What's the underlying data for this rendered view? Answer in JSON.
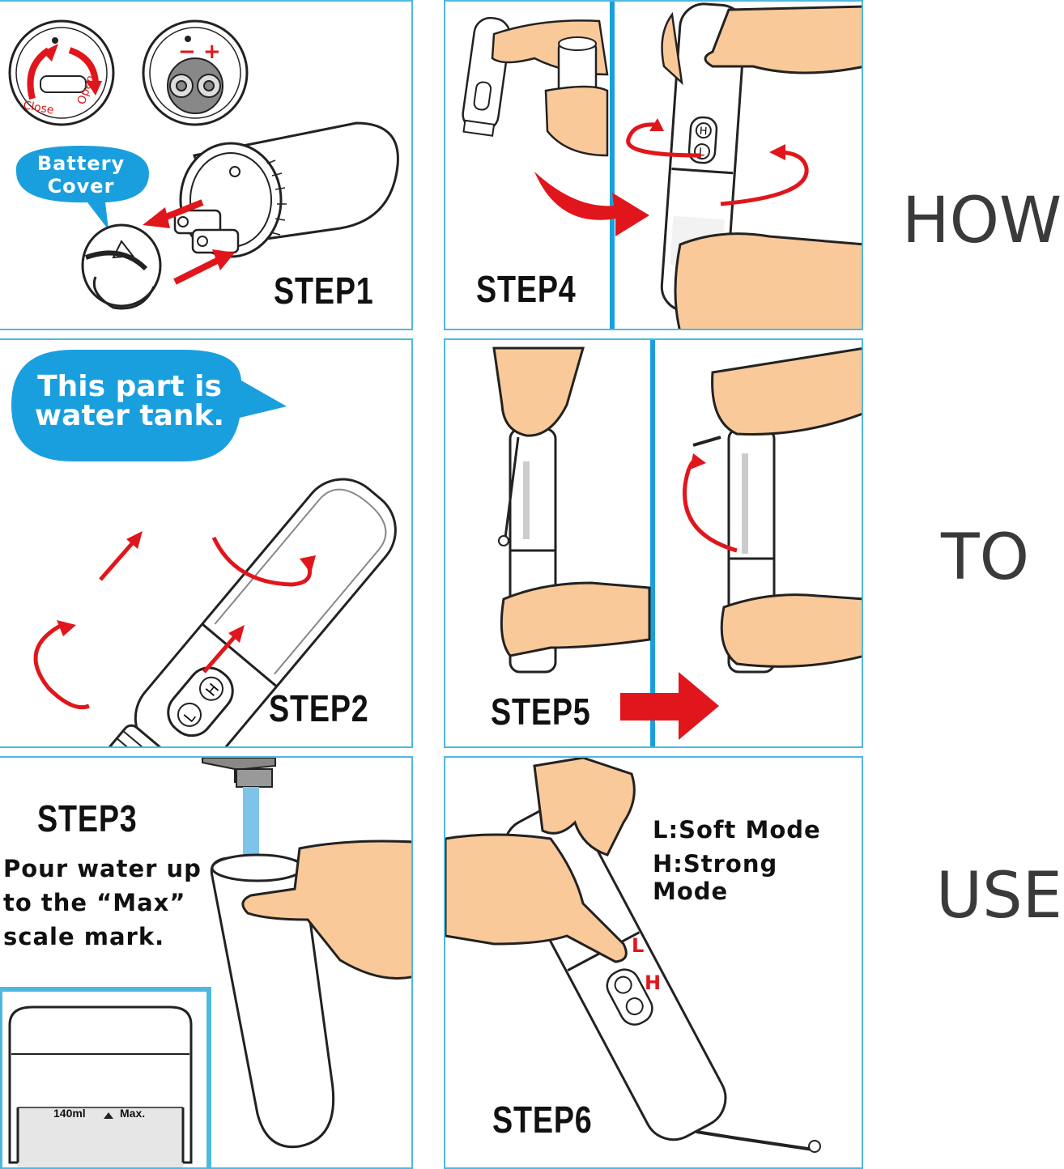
{
  "colors": {
    "panel_border": "#4fb8e0",
    "bubble": "#1a9fde",
    "accent_red": "#e0161c",
    "skin": "#f9c99a"
  },
  "step1": {
    "label": "STEP1",
    "bubble": "Battery\nCover",
    "close_label": "Close",
    "open_label": "Open"
  },
  "step2": {
    "label": "STEP2",
    "bubble": "This part is\nwater tank.",
    "btn_h": "H",
    "btn_l": "L"
  },
  "step3": {
    "label": "STEP3",
    "instruction": "Pour water up\nto the “Max”\nscale mark.",
    "scale_label": "140ml",
    "max_label": "Max."
  },
  "step4": {
    "label": "STEP4",
    "btn_h": "H",
    "btn_l": "L"
  },
  "step5": {
    "label": "STEP5"
  },
  "step6": {
    "label": "STEP6",
    "soft_mode": "L:Soft Mode",
    "strong_mode": "H:Strong Mode",
    "mark_l": "L",
    "mark_h": "H"
  },
  "title": {
    "how": "HOW",
    "to": "TO",
    "use": "USE"
  }
}
